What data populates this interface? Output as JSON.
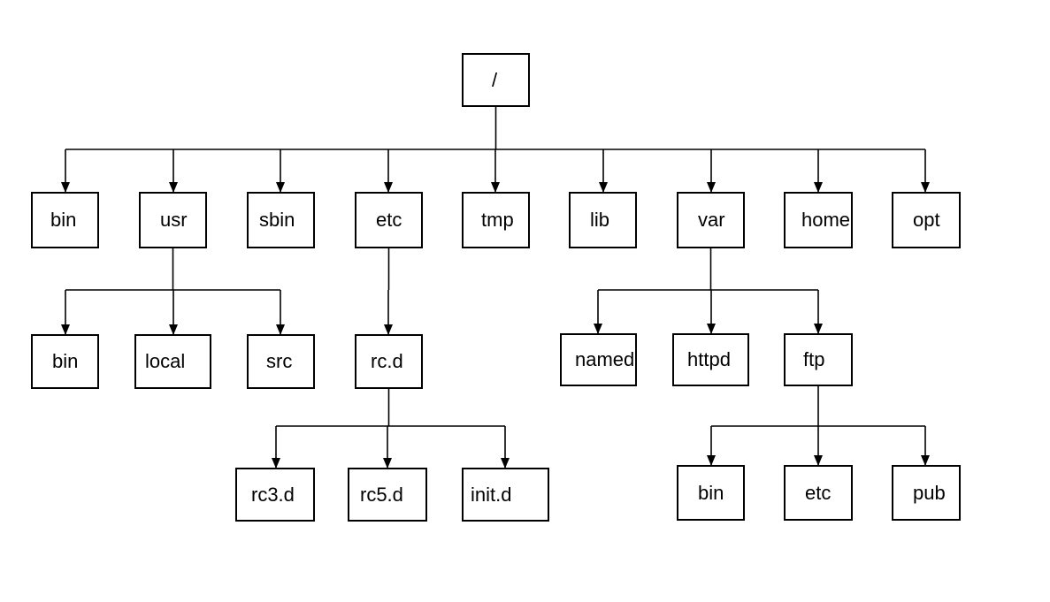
{
  "colors": {
    "line": "#000000",
    "box_border": "#000000",
    "background": "#ffffff",
    "text": "#000000"
  },
  "nodes": [
    {
      "id": "root",
      "label": "/"
    },
    {
      "id": "bin",
      "label": "bin"
    },
    {
      "id": "usr",
      "label": "usr"
    },
    {
      "id": "sbin",
      "label": "sbin"
    },
    {
      "id": "etc",
      "label": "etc"
    },
    {
      "id": "tmp",
      "label": "tmp"
    },
    {
      "id": "lib",
      "label": "lib"
    },
    {
      "id": "var",
      "label": "var"
    },
    {
      "id": "home",
      "label": "home"
    },
    {
      "id": "opt",
      "label": "opt"
    },
    {
      "id": "usr_bin",
      "label": "bin"
    },
    {
      "id": "usr_local",
      "label": "local"
    },
    {
      "id": "usr_src",
      "label": "src"
    },
    {
      "id": "etc_rcd",
      "label": "rc.d"
    },
    {
      "id": "var_named",
      "label": "named"
    },
    {
      "id": "var_httpd",
      "label": "httpd"
    },
    {
      "id": "var_ftp",
      "label": "ftp"
    },
    {
      "id": "rc3d",
      "label": "rc3.d"
    },
    {
      "id": "rc5d",
      "label": "rc5.d"
    },
    {
      "id": "initd",
      "label": "init.d"
    },
    {
      "id": "ftp_bin",
      "label": "bin"
    },
    {
      "id": "ftp_etc",
      "label": "etc"
    },
    {
      "id": "ftp_pub",
      "label": "pub"
    }
  ],
  "edges": [
    {
      "from": "root",
      "to": [
        "bin",
        "usr",
        "sbin",
        "etc",
        "tmp",
        "lib",
        "var",
        "home",
        "opt"
      ]
    },
    {
      "from": "usr",
      "to": [
        "usr_bin",
        "usr_local",
        "usr_src"
      ]
    },
    {
      "from": "etc",
      "to": [
        "etc_rcd"
      ]
    },
    {
      "from": "var",
      "to": [
        "var_named",
        "var_httpd",
        "var_ftp"
      ]
    },
    {
      "from": "etc_rcd",
      "to": [
        "rc3d",
        "rc5d",
        "initd"
      ]
    },
    {
      "from": "var_ftp",
      "to": [
        "ftp_bin",
        "ftp_etc",
        "ftp_pub"
      ]
    }
  ]
}
